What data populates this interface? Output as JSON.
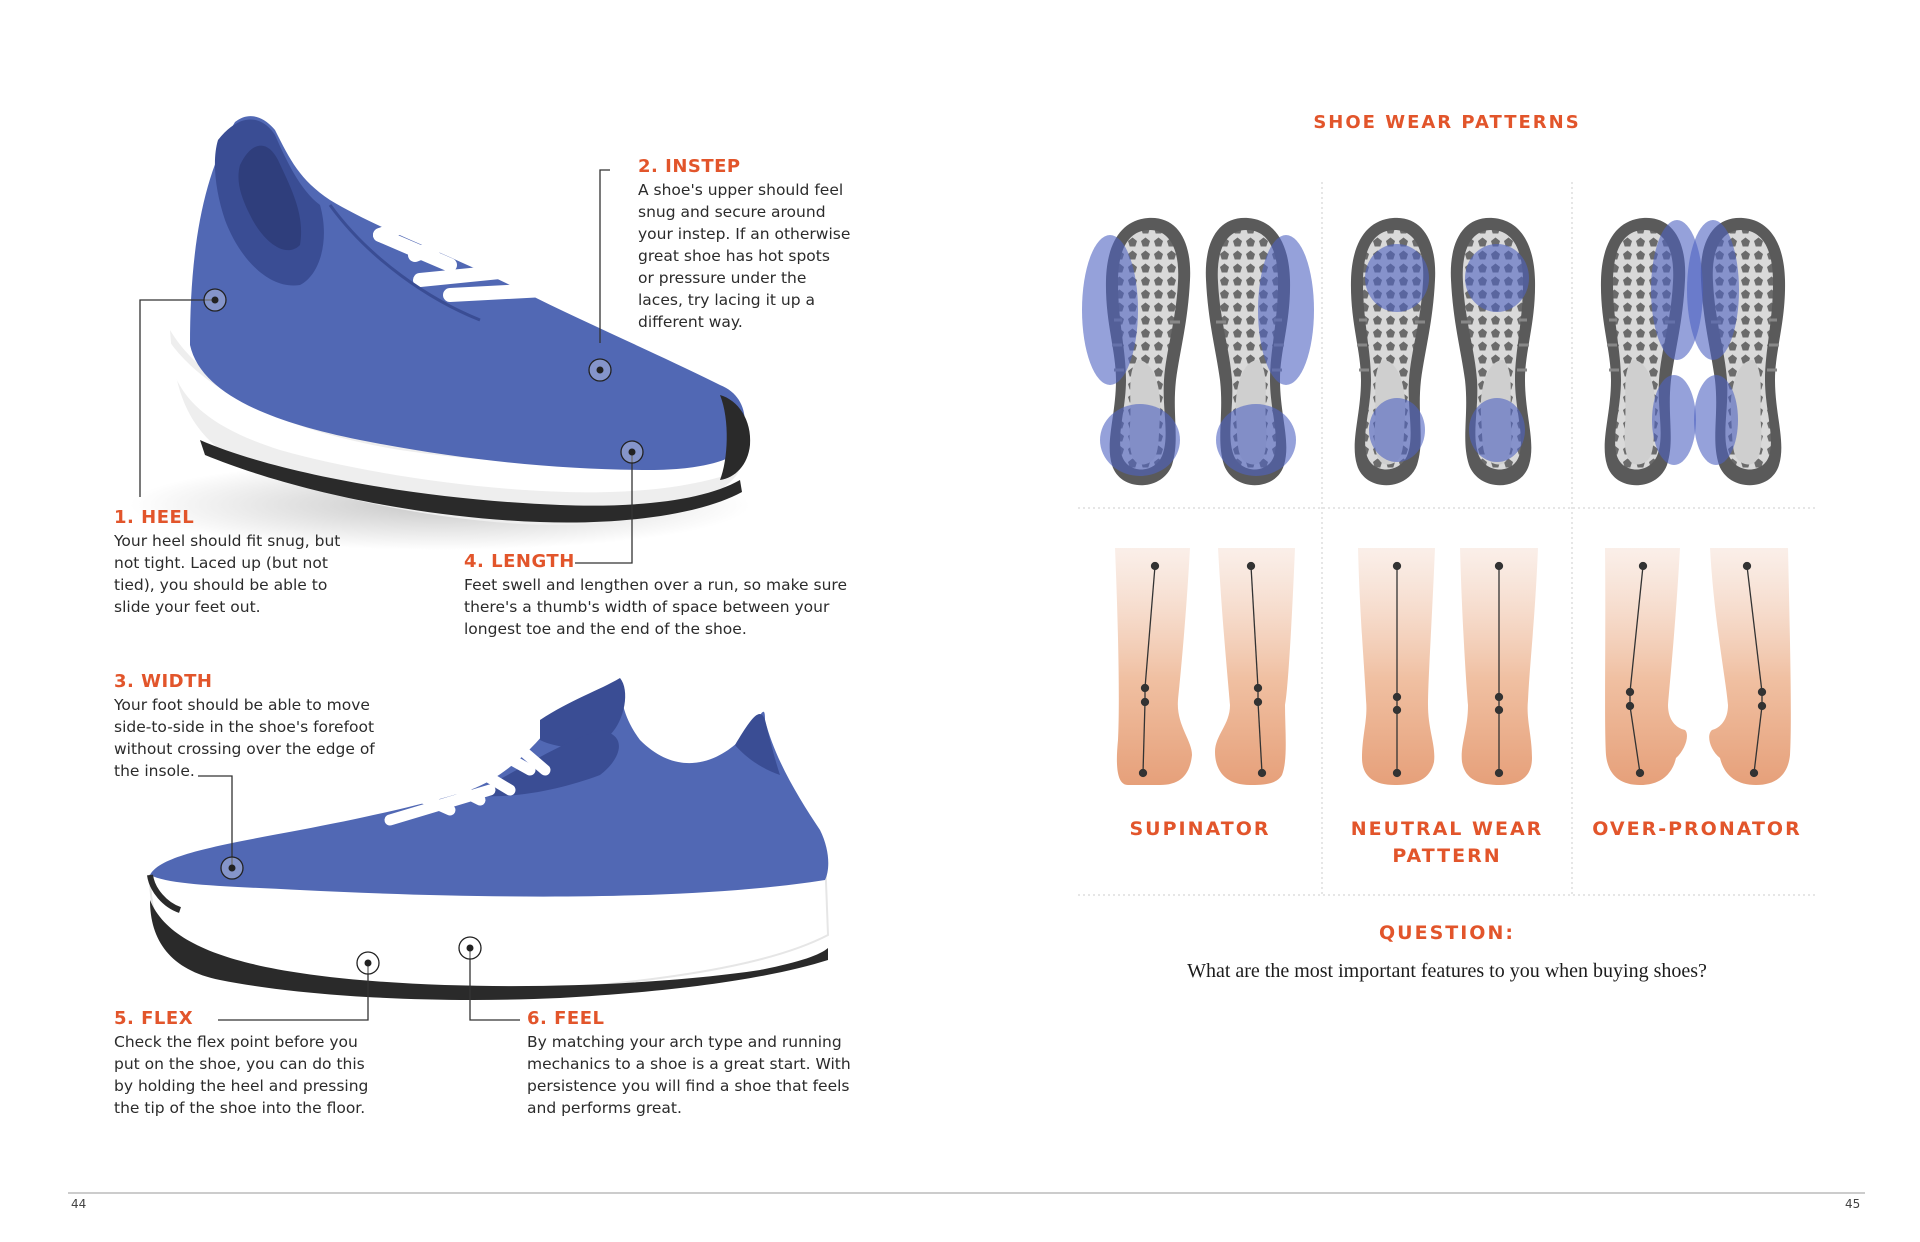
{
  "left_page": {
    "features": [
      {
        "heading": "1. HEEL",
        "body": "Your heel should fit snug, but\nnot tight. Laced up (but not\ntied), you should be able to\nslide your feet out."
      },
      {
        "heading": "2. INSTEP",
        "body": "A shoe's upper should feel\nsnug and secure around\nyour instep. If an otherwise\ngreat shoe has hot spots\nor pressure under the\nlaces, try lacing it up a\ndifferent way."
      },
      {
        "heading": "3. WIDTH",
        "body": "Your foot should be able to move\nside-to-side in the shoe's forefoot\nwithout crossing over the edge of\nthe insole."
      },
      {
        "heading": "4. LENGTH",
        "body": "Feet swell and lengthen over a run, so make sure\nthere's a thumb's width of space between your\nlongest toe and the end of the shoe."
      },
      {
        "heading": "5. FLEX",
        "body": "Check the flex point before you\nput on the shoe, you can do this\nby holding the heel and pressing\nthe tip of the shoe into the floor."
      },
      {
        "heading": "6. FEEL",
        "body": "By matching your arch type and running\nmechanics to a shoe is a great start. With\npersistence you will find a shoe that feels\nand performs great."
      }
    ],
    "page_number": "44"
  },
  "right_page": {
    "title": "SHOE WEAR PATTERNS",
    "patterns": [
      {
        "label": "SUPINATOR"
      },
      {
        "label": "NEUTRAL WEAR\nPATTERN"
      },
      {
        "label": "OVER-PRONATOR"
      }
    ],
    "question_title": "QUESTION:",
    "question_text": "What are the most important features to you when buying shoes?",
    "page_number": "45"
  },
  "colors": {
    "accent": "#e2552b",
    "shoe_blue": "#5168b4",
    "wear_blue": "#4f63c2",
    "skin": "#e8a47e",
    "sole_dark": "#555555"
  }
}
